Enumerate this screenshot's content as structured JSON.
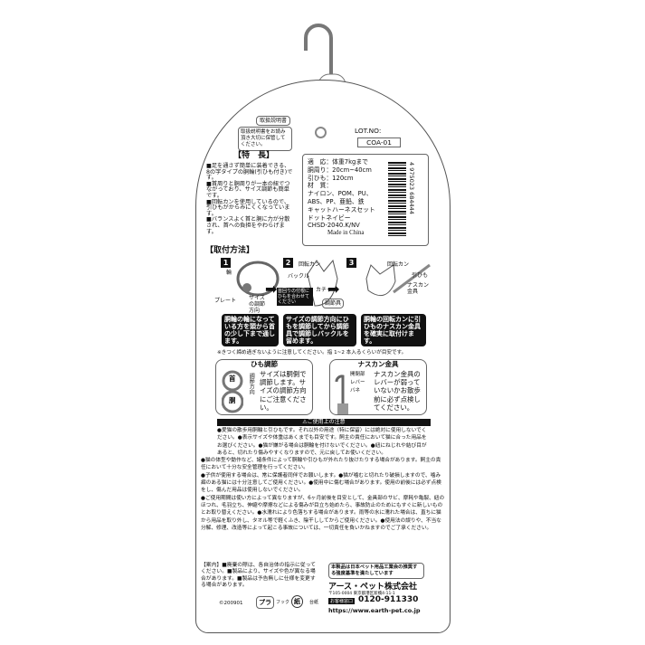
{
  "header": {
    "manual_tag": "取扱説明書",
    "manual_note": "取扱説明書をお読み頂き大切に保管してください。",
    "lot_label": "LOT.NO:",
    "lot_value": "COA-01"
  },
  "features": {
    "title": "【特　長】",
    "items": [
      "■足を通さず簡単に装着できる、8の字タイプの胴輪(引ひも付き)です。",
      "■首周りと胴周りが一本の紐でつながっており、サイズ調節も簡単です。",
      "■回転カンを使用しているので、引ひもがからみにくくなっています。",
      "■バランスよく首と胴に力が分散され、首への負担をやわらげます。"
    ]
  },
  "spec": {
    "rows": [
      "適　応：体重7kgまで",
      "胴周り：20cm~40cm",
      "引ひも：120cm",
      "材　質：",
      "ナイロン、POM、PU、",
      "ABS、PP、亜鉛、鉄",
      "キャットハーネスセット",
      "ドットネイビー",
      "CHSD-2040.K/NV"
    ],
    "origin": "Made in China",
    "barcode": "4 975023 684444"
  },
  "howto": {
    "title": "【取付方法】",
    "steps": [
      {
        "num": "1",
        "labels": [
          "輪",
          "プレート",
          "サイズの調節方向"
        ],
        "text": "胴輪の輪になっている方を頭から首の少し下まで通します。"
      },
      {
        "num": "2",
        "labels": [
          "回転カン",
          "バックル",
          "カチッ",
          "調節具",
          "首回りの付根にひもを合わせてください"
        ],
        "text": "サイズの調節方向にひもを調節してから調節具で調節しバックルを留めます。"
      },
      {
        "num": "3",
        "labels": [
          "回転カン",
          "引ひも",
          "ナスカン金具"
        ],
        "text": "胴輪の回転カンに引ひものナスカン金具を確実に取付けます。"
      }
    ],
    "note": "※きつく締め過ぎないように注意してください。指 1~2 本入るくらいが目安です。"
  },
  "himo": {
    "title": "ひも調節",
    "neck": "首",
    "body": "胴",
    "dir": "調節方向",
    "text": "サイズは胴側で調節します。サイズの調節方向にご注意ください。"
  },
  "nasukan": {
    "title": "ナスカン金具",
    "labels": [
      "開閉部",
      "レバー",
      "バネ"
    ],
    "text": "ナスカン金具のレバーが弱っていないかお散歩前に必ず点検してください。"
  },
  "caution": {
    "title": "⚠ご使用上の注意",
    "paragraphs": [
      "●愛猫の散歩用胴輪と引ひもです。それ以外の用途（特に保留）には絶対に使用しないでください。●表示サイズや体重はあくまでも目安です。飼主の責任において猫に合った用品をお選びください。●猫が嫌がる場合は胴輪を付けないでください。●紐にねじれや結び目があると、切れたり傷みやすくなりますので、元に戻してお使いください。",
      "●猫の体型や動作など、諸条件によって胴輪や引ひもが外れたり抜けたりする場合があります。飼主の責任において十分な安全管理を行ってください。",
      "●子供が使用する場合は、常に保護者同伴でお願いします。●猫が噛むと切れたり破損しますので、噛み癖のある猫には十分注意してご使用ください。●使用中に傷む場合があります。使用の前後には必ず点検をし、傷んだ用品は使用しないでください。",
      "●ご使用期間は使い方によって異なりますが、6ヶ月前後を目安として、金具部のサビ、摩耗や亀裂、紐のほつれ、毛羽立ち、伸縮や摩擦などによる傷みが目立ち始めたら、事故防止のためにもすぐに新しいものとお取り替えください。●水濡れにより色落ちする場合があります。雨等の水に濡れた場合は、直ちに猫から用品を取り外し、タオル等で軽くふき、陰干ししてからご使用ください。●使用法の誤りや、不当な分解、修理、改造等によって起こる事故については、一切責任を負いかねますのでご了承ください。"
    ]
  },
  "footer": {
    "notes": "【案内】■廃棄の際は、各自治体の指示に従ってください。■製品により、サイズや色が異なる場合があります。■製品は予告無しに仕様を変更する場合があります。",
    "copyright": "©200901",
    "recycle": [
      {
        "mark": "プラ",
        "label": "フック"
      },
      {
        "mark": "紙",
        "label": "台紙"
      }
    ],
    "assoc": "本製品は日本ペット用品工業会の推奨する強度基準を満たしています",
    "company": "アース・ペット株式会社",
    "address": "〒105-0004 東京都港区新橋4-11-1",
    "contact_tag": "お客様窓口",
    "phone": "0120-911330",
    "url": "https://www.earth-pet.co.jp"
  }
}
